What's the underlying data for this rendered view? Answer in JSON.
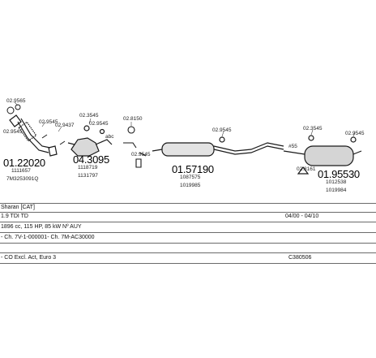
{
  "colors": {
    "ink": "#1a1a1a",
    "rule": "#6b6b6b",
    "background": "#ffffff"
  },
  "parts": {
    "p1_small_a": "02.9565",
    "p1_small_b": "02.9545",
    "p1_small_c": "02.9545",
    "p1_small_d": "02.9437",
    "p1_number": "01.22020",
    "p1_ref_a": "1111657",
    "p1_ref_b": "7M3253091Q",
    "p2_small_a": "02.3545",
    "p2_small_b": "02.9545",
    "p2_small_c": "abc",
    "p2_number": "04.3095",
    "p2_ref_a": "1118719",
    "p2_ref_b": "1131797",
    "p3_small_a": "02.8150",
    "p3_small_b": "02.9545",
    "p4_small": "02.9545",
    "p4_number": "01.57190",
    "p4_ref_a": "1087575",
    "p4_ref_b": "1019985",
    "p4_clamp": "#55",
    "p5_small_a": "02.3545",
    "p5_small_b": "02.9545",
    "p5_small_c": "02.8161",
    "p5_number": "01.95530",
    "p5_ref_a": "1012538",
    "p5_ref_b": "1019984"
  },
  "table": {
    "rows": [
      {
        "left": "Sharan [CAT]",
        "right": ""
      },
      {
        "left": "1.9 TDI TD",
        "right": "04/00 - 04/10"
      },
      {
        "left": "1896 cc, 115 HP, 85 kW Nº AUY",
        "right": ""
      },
      {
        "left": "- Ch. 7V-1-000001- Ch. 7M-AC30000",
        "right": ""
      },
      {
        "left": "",
        "right": ""
      },
      {
        "left": "- CO Excl. Act, Euro 3",
        "right": "C380506"
      }
    ]
  }
}
